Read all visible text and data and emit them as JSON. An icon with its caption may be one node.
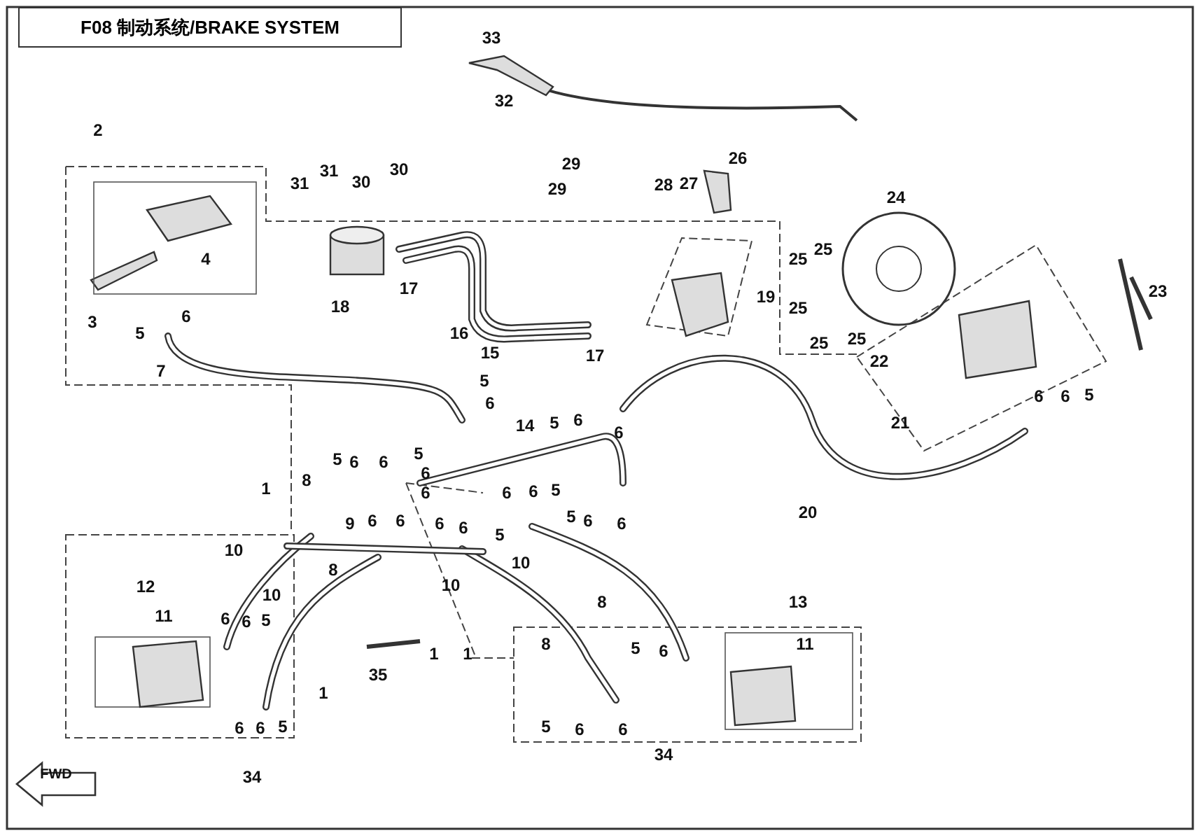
{
  "diagram": {
    "title": "F08 制动系统/BRAKE SYSTEM",
    "labels": [
      "33",
      "32",
      "2",
      "29",
      "26",
      "31",
      "30",
      "28",
      "27",
      "29",
      "31",
      "30",
      "24",
      "4",
      "25",
      "25",
      "17",
      "18",
      "19",
      "23",
      "3",
      "5",
      "6",
      "16",
      "15",
      "17",
      "7",
      "25",
      "25",
      "25",
      "22",
      "21",
      "5",
      "6",
      "5",
      "6",
      "6",
      "14",
      "6",
      "6",
      "5",
      "5",
      "6",
      "6",
      "5",
      "6",
      "1",
      "8",
      "6",
      "6",
      "6",
      "5",
      "5",
      "6",
      "6",
      "20",
      "9",
      "6",
      "6",
      "6",
      "6",
      "5",
      "10",
      "8",
      "10",
      "10",
      "10",
      "8",
      "8",
      "12",
      "11",
      "13",
      "11",
      "6",
      "6",
      "5",
      "1",
      "1",
      "35",
      "1",
      "5",
      "6",
      "6",
      "6",
      "5",
      "5",
      "6",
      "6",
      "34",
      "34",
      "FWD"
    ]
  }
}
